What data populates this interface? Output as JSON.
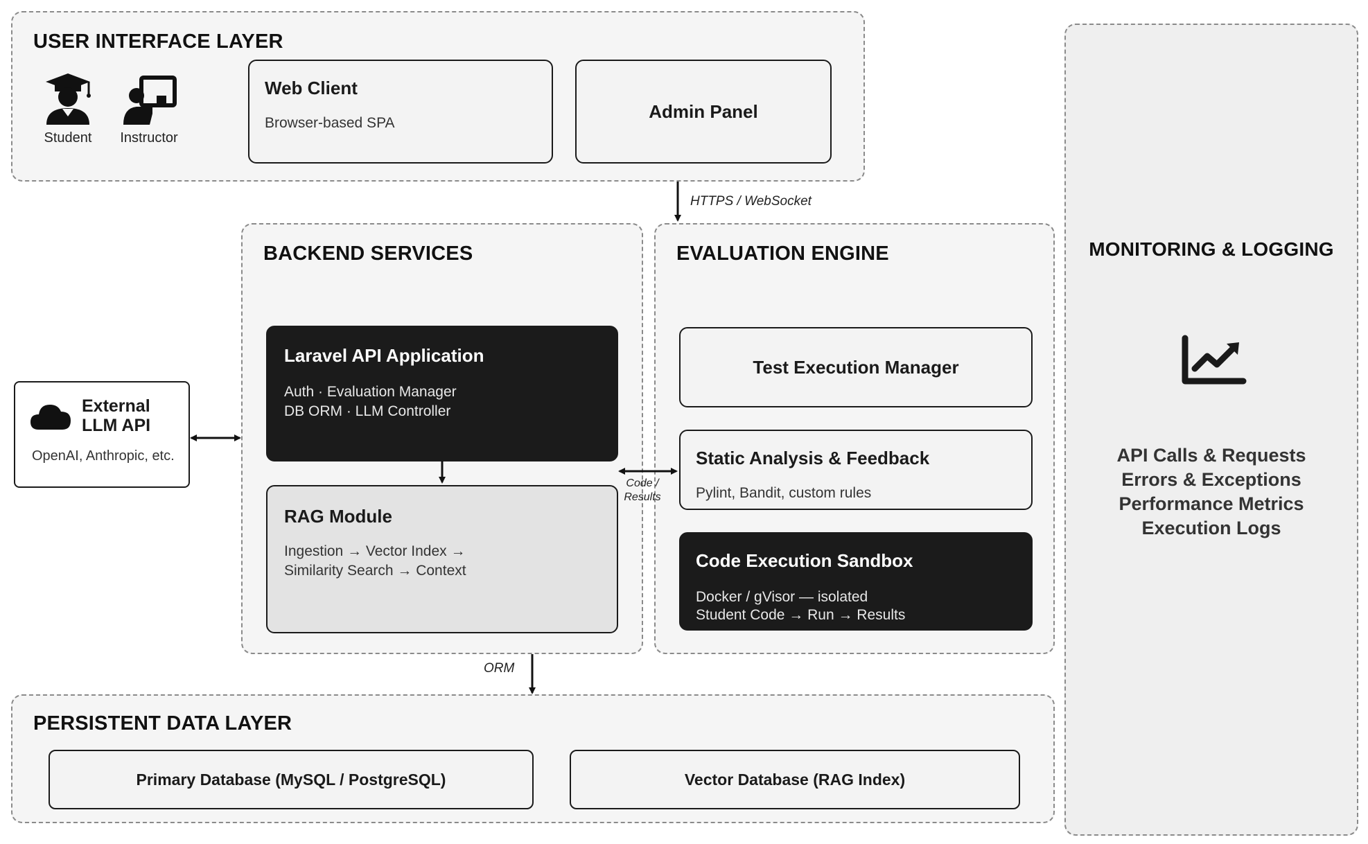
{
  "ui_layer": {
    "title": "USER INTERFACE LAYER",
    "actors": [
      {
        "label": "Student",
        "icon": "graduation-cap-person-icon"
      },
      {
        "label": "Instructor",
        "icon": "presenter-icon"
      }
    ],
    "web_client": {
      "title": "Web Client",
      "subtitle": "Browser-based SPA"
    },
    "admin_panel": {
      "title": "Admin Panel"
    }
  },
  "backend": {
    "title": "BACKEND SERVICES",
    "laravel": {
      "title": "Laravel API Application",
      "line1": "Auth · Evaluation Manager",
      "line2": "DB ORM · LLM Controller"
    },
    "rag": {
      "title": "RAG Module",
      "line1": "Ingestion → Vector Index →",
      "line2": "Similarity Search → Context"
    }
  },
  "evaluation": {
    "title": "EVALUATION ENGINE",
    "test_manager": {
      "title": "Test Execution Manager"
    },
    "static_analysis": {
      "title": "Static Analysis & Feedback",
      "subtitle": "Pylint, Bandit, custom rules"
    },
    "sandbox": {
      "title": "Code Execution Sandbox",
      "line1": "Docker / gVisor — isolated",
      "line2": "Student Code → Run → Results"
    }
  },
  "external_llm": {
    "title_line1": "External",
    "title_line2": "LLM API",
    "subtitle": "OpenAI, Anthropic, etc.",
    "icon": "cloud-icon"
  },
  "monitoring": {
    "title": "MONITORING & LOGGING",
    "icon": "trend-chart-icon",
    "items": [
      "API Calls & Requests",
      "Errors & Exceptions",
      "Performance Metrics",
      "Execution Logs"
    ]
  },
  "data_layer": {
    "title": "PERSISTENT DATA LAYER",
    "primary_db": "Primary Database (MySQL / PostgreSQL)",
    "vector_db": "Vector Database (RAG Index)"
  },
  "edges": {
    "https": "HTTPS / WebSocket",
    "code_results_1": "Code /",
    "code_results_2": "Results",
    "orm": "ORM"
  },
  "colors": {
    "dark_box": "#1b1b1b",
    "layer_bg": "#f5f5f5",
    "dash": "#8a8a8a",
    "mid_box": "#e3e3e3"
  }
}
